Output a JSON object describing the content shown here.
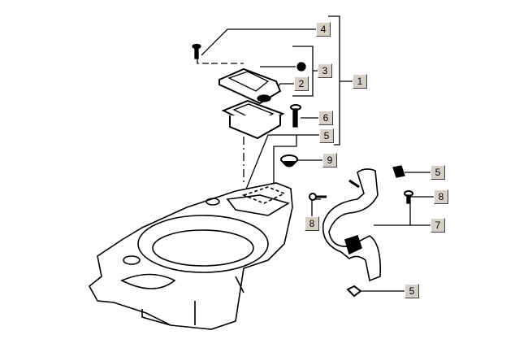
{
  "diagram": {
    "callouts": [
      {
        "id": "c4",
        "label": "4"
      },
      {
        "id": "c3",
        "label": "3"
      },
      {
        "id": "c2",
        "label": "2"
      },
      {
        "id": "c1",
        "label": "1"
      },
      {
        "id": "c6",
        "label": "6"
      },
      {
        "id": "c5a",
        "label": "5"
      },
      {
        "id": "c9",
        "label": "9"
      },
      {
        "id": "c5b",
        "label": "5"
      },
      {
        "id": "c8a",
        "label": "8"
      },
      {
        "id": "c8b",
        "label": "8"
      },
      {
        "id": "c7",
        "label": "7"
      },
      {
        "id": "c5c",
        "label": "5"
      }
    ]
  }
}
